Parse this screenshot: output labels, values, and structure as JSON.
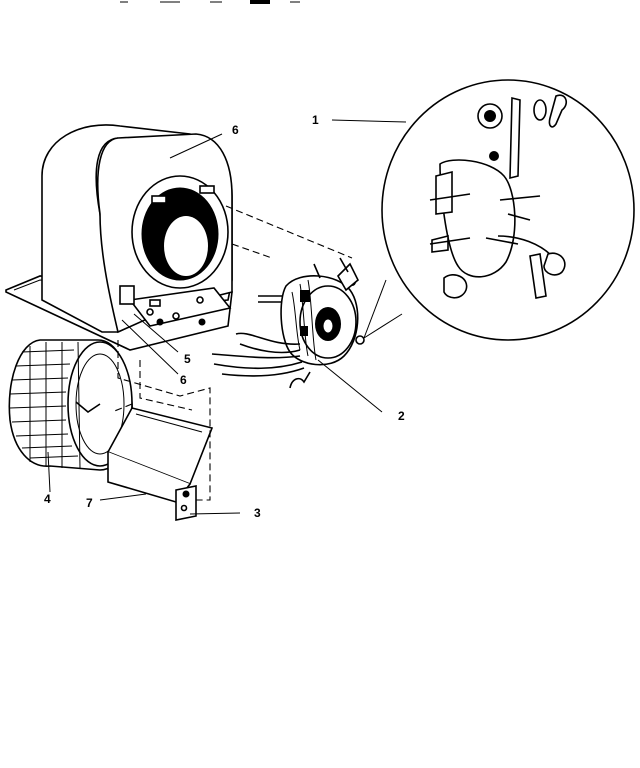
{
  "callouts": {
    "c1": "1",
    "c2": "2",
    "c3": "3",
    "c4": "4",
    "c5": "5",
    "c6a": "6",
    "c6b": "6",
    "c7": "7"
  }
}
